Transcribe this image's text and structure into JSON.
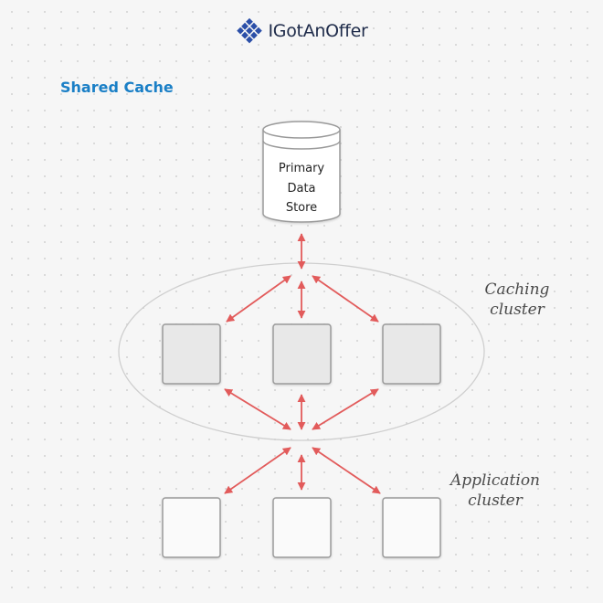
{
  "brand": {
    "name": "IGotAnOffer",
    "logo_icon": "diamond-grid-logo-icon",
    "logo_color": "#2b4fa8"
  },
  "title": "Shared Cache",
  "datastore": {
    "line1": "Primary",
    "line2": "Data",
    "line3": "Store"
  },
  "labels": {
    "caching_line1": "Caching",
    "caching_line2": "cluster",
    "application_line1": "Application",
    "application_line2": "cluster"
  },
  "colors": {
    "title": "#1a7fc6",
    "arrow": "#e25b5b",
    "cache_node_fill": "#e8e8e8",
    "app_node_fill": "#fafafa"
  }
}
